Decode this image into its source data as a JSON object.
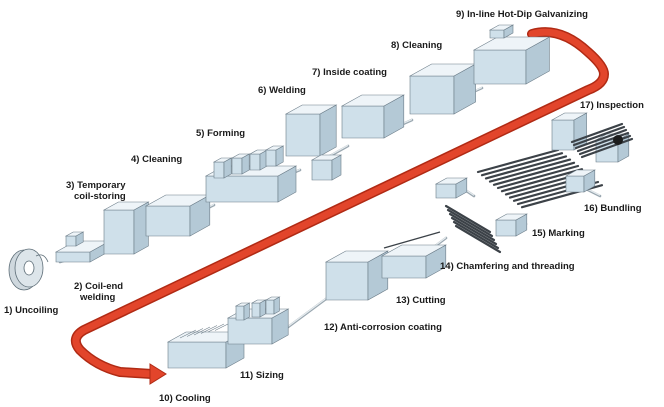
{
  "diagram": {
    "steps": [
      {
        "id": "uncoiling",
        "label_lines": [
          "1) Uncoiling"
        ]
      },
      {
        "id": "coil-end-welding",
        "label_lines": [
          "2) Coil-end",
          "welding"
        ]
      },
      {
        "id": "temporary-coil-storing",
        "label_lines": [
          "3) Temporary",
          "coil-storing"
        ]
      },
      {
        "id": "cleaning-1",
        "label_lines": [
          "4) Cleaning"
        ]
      },
      {
        "id": "forming",
        "label_lines": [
          "5) Forming"
        ]
      },
      {
        "id": "welding",
        "label_lines": [
          "6) Welding"
        ]
      },
      {
        "id": "inside-coating",
        "label_lines": [
          "7) Inside coating"
        ]
      },
      {
        "id": "cleaning-2",
        "label_lines": [
          "8) Cleaning"
        ]
      },
      {
        "id": "hot-dip-galvanizing",
        "label_lines": [
          "9) In-line Hot-Dip Galvanizing"
        ]
      },
      {
        "id": "cooling",
        "label_lines": [
          "10) Cooling"
        ]
      },
      {
        "id": "sizing",
        "label_lines": [
          "11) Sizing"
        ]
      },
      {
        "id": "anti-corrosion-coating",
        "label_lines": [
          "12) Anti-corrosion coating"
        ]
      },
      {
        "id": "cutting",
        "label_lines": [
          "13) Cutting"
        ]
      },
      {
        "id": "chamfering-threading",
        "label_lines": [
          "14) Chamfering and threading"
        ]
      },
      {
        "id": "marking",
        "label_lines": [
          "15) Marking"
        ]
      },
      {
        "id": "bundling",
        "label_lines": [
          "16) Bundling"
        ]
      },
      {
        "id": "inspection",
        "label_lines": [
          "17) Inspection"
        ]
      }
    ],
    "colors": {
      "flow_arrow": "#e2452b",
      "flow_arrow_edge": "#b02a14",
      "machine_top": "#eef4f8",
      "machine_left": "#cfe0ea",
      "machine_right": "#b4c9d6",
      "pipe": "#9aa7b0"
    }
  }
}
